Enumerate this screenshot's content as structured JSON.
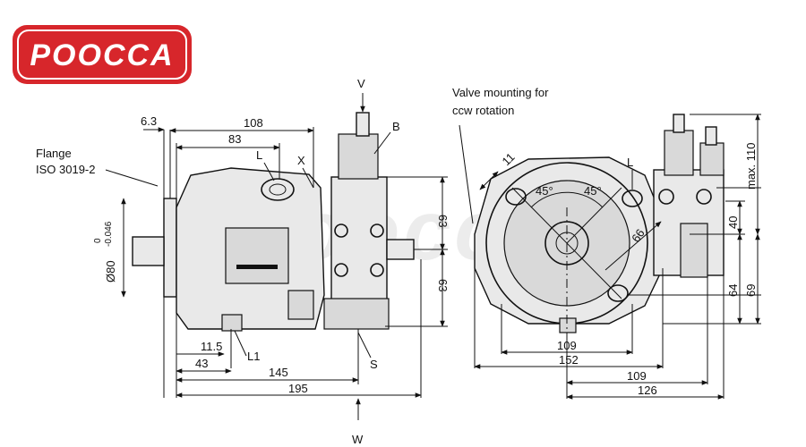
{
  "brand": {
    "logo_text": "POOCCA",
    "logo_color": "#d7262b",
    "watermark": "Poocca"
  },
  "side_view": {
    "flange_label_1": "Flange",
    "flange_label_2": "ISO 3019-2",
    "dia_label": "Ø80",
    "tol_top": "0",
    "tol_bottom": "-0.046",
    "dims": {
      "d6_3": "6.3",
      "d108": "108",
      "d83": "83",
      "d63_top": "63",
      "d63_bottom": "63",
      "d11_5": "11.5",
      "d43": "43",
      "d145": "145",
      "d195": "195"
    },
    "labels": {
      "V": "V",
      "B": "B",
      "L": "L",
      "X": "X",
      "L1": "L1",
      "S": "S",
      "W": "W"
    }
  },
  "front_view": {
    "note_1": "Valve mounting for",
    "note_2": "ccw rotation",
    "dims": {
      "d11": "11",
      "a45_left": "45°",
      "a45_right": "45°",
      "d66": "66",
      "d109_bottom": "109",
      "d152": "152",
      "d109_lower": "109",
      "d126": "126",
      "d40": "40",
      "d64": "64",
      "d69": "69",
      "dmax110": "max. 110"
    },
    "labels": {
      "L": "L"
    }
  }
}
